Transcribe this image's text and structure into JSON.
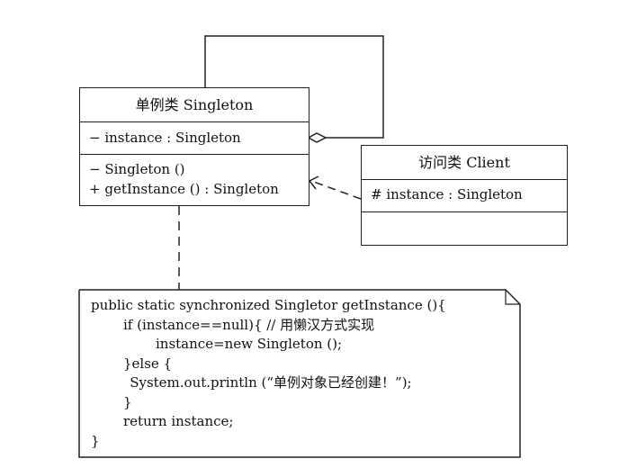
{
  "singleton": {
    "title": "单例类  Singleton",
    "attributes": [
      "− instance : Singleton"
    ],
    "operations": [
      "− Singleton ()",
      "+ getInstance () : Singleton"
    ]
  },
  "client": {
    "title": "访问类  Client",
    "attributes": [
      "# instance : Singleton"
    ],
    "operations": []
  },
  "note": {
    "lines": [
      {
        "indent": 0,
        "text": "public static synchronized Singletor getInstance (){"
      },
      {
        "indent": 1,
        "text": "if (instance==null){ // 用懒汉方式实现"
      },
      {
        "indent": 2,
        "text": "instance=new Singleton ();"
      },
      {
        "indent": 1,
        "text": "}else {"
      },
      {
        "indent": 1.2,
        "text": "System.out.println (“单例对象已经创建！”);"
      },
      {
        "indent": 1,
        "text": "}"
      },
      {
        "indent": 1,
        "text": "return instance;"
      },
      {
        "indent": 0,
        "text": "}"
      }
    ]
  },
  "colors": {
    "stroke": "#222222",
    "background": "#ffffff"
  }
}
